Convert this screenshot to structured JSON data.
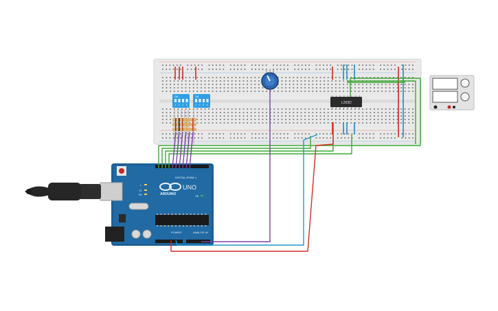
{
  "dip_switch_1": {
    "header": "ON",
    "numbers": [
      "1",
      "2",
      "3",
      "4"
    ]
  },
  "dip_switch_2": {
    "header": "ON",
    "numbers": [
      "1",
      "2",
      "3",
      "4"
    ]
  },
  "ic": {
    "label": "L293D"
  },
  "arduino": {
    "brand": "ARDUINO",
    "model": "UNO",
    "digital_label": "DIGITAL (PWM~)",
    "power_label": "POWER",
    "analog_label": "ANALOG IN",
    "indicators": [
      "L",
      "TX",
      "RX"
    ],
    "on_label": "ON"
  },
  "colors": {
    "breadboard": "#e9e9e9",
    "rail_red": "#d9251d",
    "rail_blue": "#1e88c8",
    "wire_green": "#3aa832",
    "wire_purple": "#7b3fa6",
    "wire_blue": "#2596c9",
    "wire_red": "#d22c22",
    "arduino_blue": "#1d5f94",
    "dip_blue": "#2f9fe6",
    "ic_black": "#2b2b2b"
  },
  "icons": [
    "usb-cable-icon",
    "potentiometer-icon",
    "power-supply-icon",
    "dip-switch-icon",
    "resistor-icon"
  ]
}
